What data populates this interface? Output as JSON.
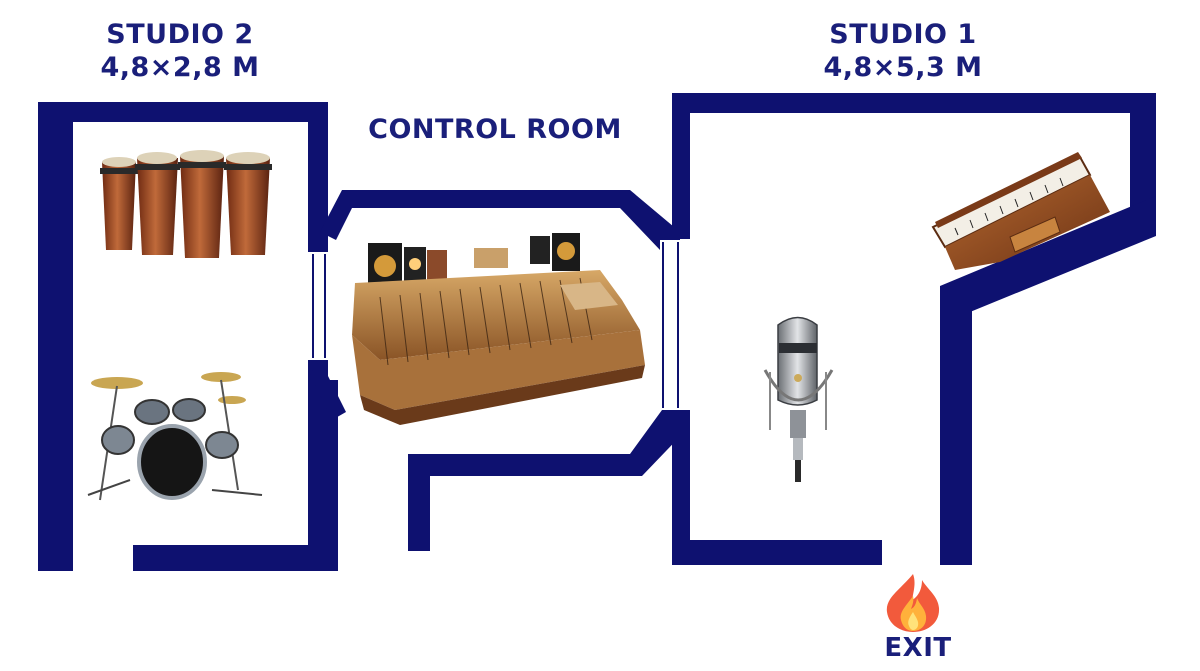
{
  "rooms": {
    "studio2": {
      "name": "STUDIO 2",
      "size": "4,8×2,8 M"
    },
    "control_room": {
      "name": "CONTROL ROOM"
    },
    "studio1": {
      "name": "STUDIO 1",
      "size": "4,8×5,3 M"
    }
  },
  "exit": {
    "label": "EXIT",
    "icon": "fire-icon"
  },
  "equipment": [
    "conga-drums",
    "drum-kit",
    "mixing-console",
    "studio-monitors",
    "condenser-microphone",
    "upright-piano"
  ],
  "colors": {
    "wall": "#0e1170",
    "label": "#1a1f7a",
    "wood": "#9a4a24",
    "console": "#b9864a"
  }
}
